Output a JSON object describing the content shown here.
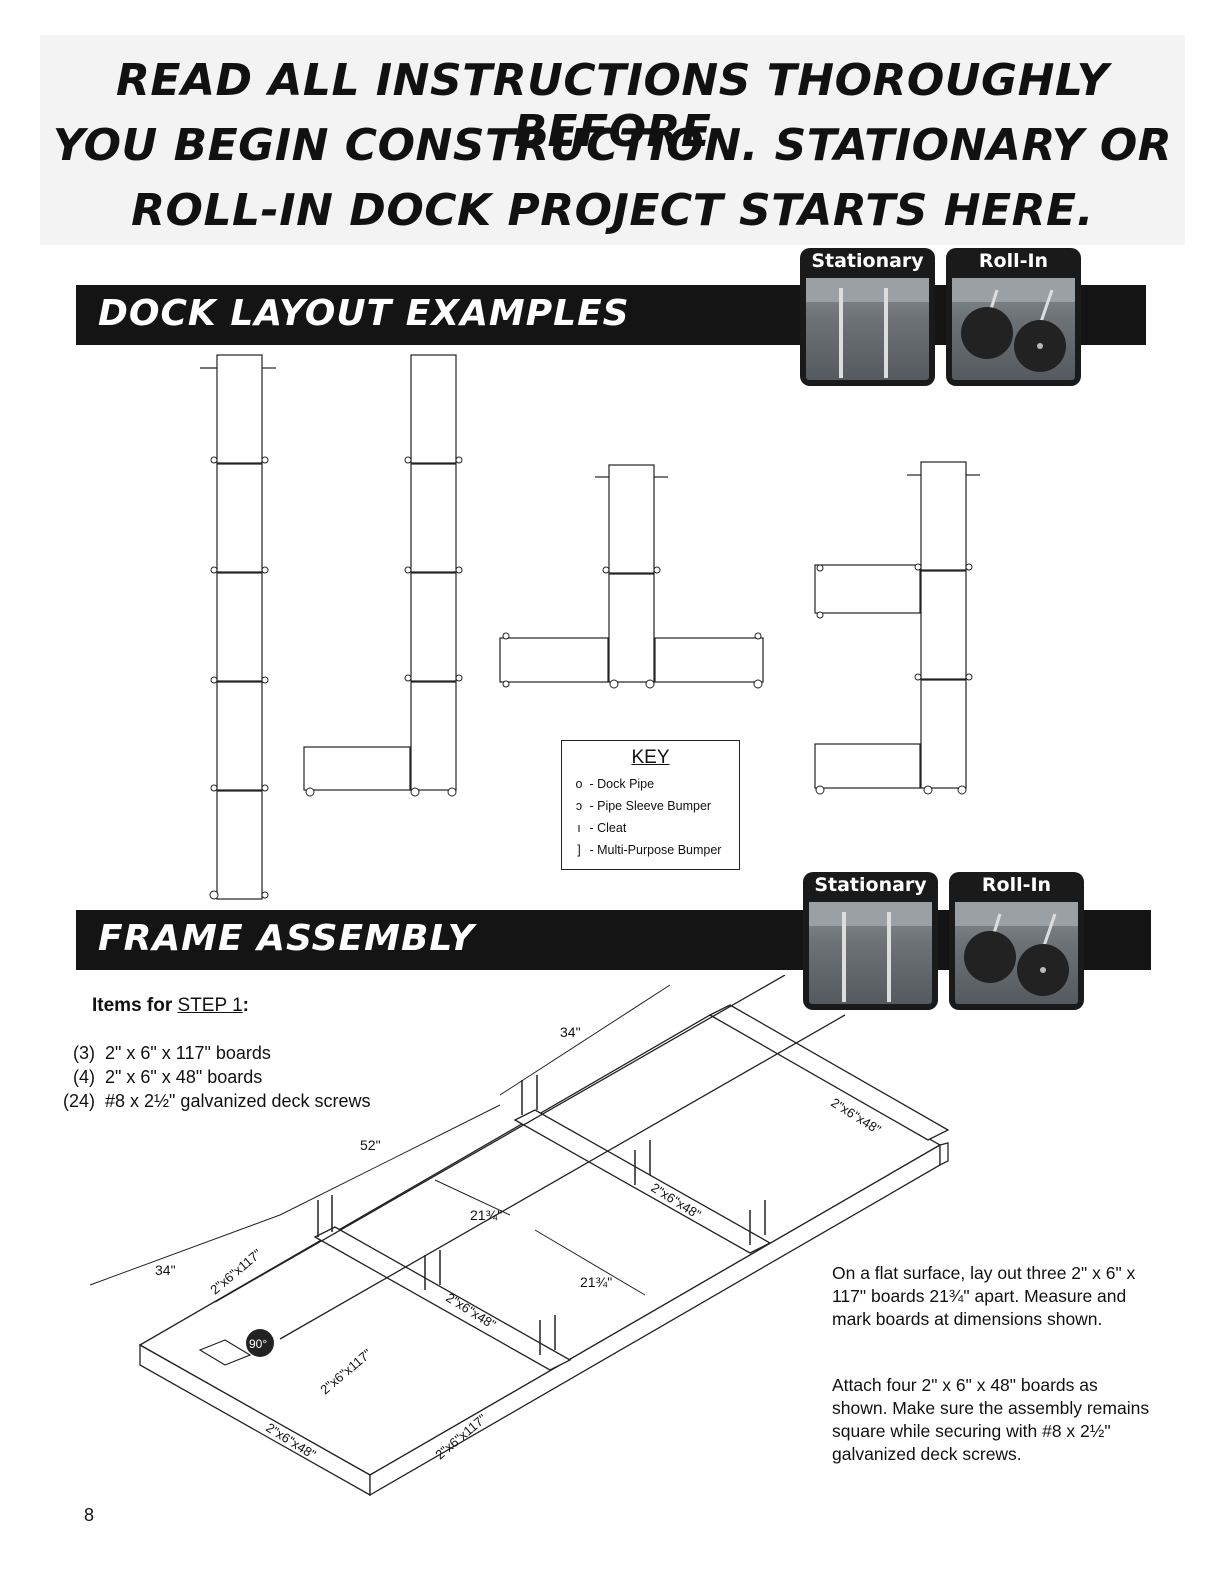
{
  "warning": {
    "line1": "READ ALL INSTRUCTIONS THOROUGHLY BEFORE",
    "line2": "YOU BEGIN CONSTRUCTION. STATIONARY OR",
    "line3": "ROLL-IN DOCK PROJECT STARTS HERE."
  },
  "sections": {
    "layout_title": "DOCK LAYOUT EXAMPLES",
    "frame_title": "FRAME ASSEMBLY"
  },
  "photos": {
    "stationary": "Stationary",
    "rollin": "Roll-In"
  },
  "key": {
    "title": "KEY",
    "items": [
      {
        "symbol": "o",
        "label": "- Dock Pipe"
      },
      {
        "symbol": "ↄ",
        "label": "- Pipe Sleeve Bumper"
      },
      {
        "symbol": "ı",
        "label": "- Cleat"
      },
      {
        "symbol": "]",
        "label": "- Multi-Purpose Bumper"
      }
    ]
  },
  "items": {
    "heading_prefix": "Items for ",
    "heading_step": "STEP 1",
    "heading_suffix": ":",
    "list": [
      {
        "qty": "(3)",
        "desc": "2\" x 6\" x 117\" boards"
      },
      {
        "qty": "(4)",
        "desc": "2\" x 6\" x 48\" boards"
      },
      {
        "qty": "(24)",
        "desc": "#8 x 2½\" galvanized deck screws"
      }
    ]
  },
  "diagram": {
    "dim_34_top": "34\"",
    "dim_52": "52\"",
    "dim_34_left": "34\"",
    "dim_21_a": "21¾\"",
    "dim_21_b": "21¾\"",
    "board_48_right": "2\"x6\"x48\"",
    "board_48_mid": "2\"x6\"x48\"",
    "board_48_center": "2\"x6\"x48\"",
    "board_48_front": "2\"x6\"x48\"",
    "board_117_top": "2\"x6\"x117\"",
    "board_117_mid": "2\"x6\"x117\"",
    "board_117_bottom": "2\"x6\"x117\"",
    "square_badge": "90°"
  },
  "instructions": {
    "p1": "On a flat surface, lay out three 2\" x 6\" x 117\" boards 21¾\" apart. Measure and mark boards at dimensions shown.",
    "p2": "Attach four 2\" x 6\" x 48\" boards as shown. Make sure the assembly remains square while securing with #8 x 2½\" galvanized deck screws."
  },
  "page_number": "8"
}
